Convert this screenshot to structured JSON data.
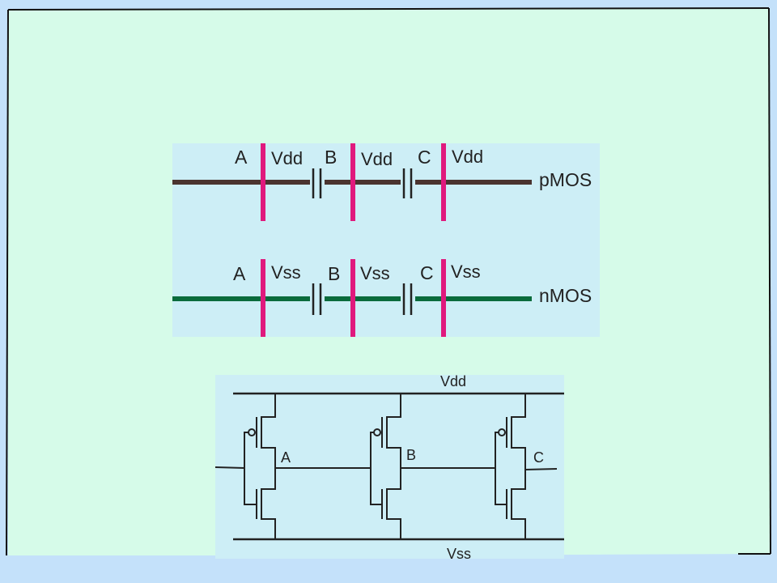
{
  "stick": {
    "pmos": {
      "labels": [
        "A",
        "Vdd",
        "B",
        "Vdd",
        "C",
        "Vdd"
      ],
      "row_label": "pMOS"
    },
    "nmos": {
      "labels": [
        "A",
        "Vss",
        "B",
        "Vss",
        "C",
        "Vss"
      ],
      "row_label": "nMOS"
    }
  },
  "schematic": {
    "vdd_label": "Vdd",
    "vss_label": "Vss",
    "node_labels": [
      "A",
      "B",
      "C"
    ]
  },
  "colors": {
    "slide_bg": "#d6fbe9",
    "page_bg": "#c4e1fa",
    "panel_bg": "#cdeef6",
    "poly": "#e0197d",
    "pdiff": "#4a3430",
    "ndiff": "#0a6b3c",
    "wire": "#222222"
  }
}
